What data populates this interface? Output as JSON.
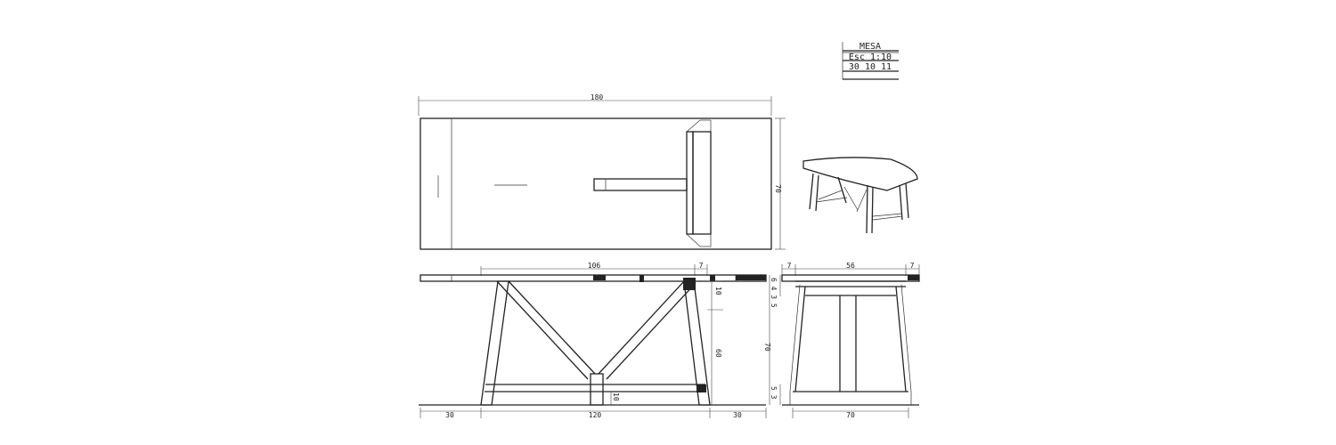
{
  "title_block": {
    "line1": "MESA",
    "line2": "Esc 1:10",
    "line3": "30 10 11"
  },
  "plan_view": {
    "length": "180",
    "width": "70"
  },
  "front_elevation": {
    "top_span": "106",
    "end_block": "7",
    "rail_height": "10",
    "leg_height": "60",
    "foot": "10",
    "bottom_span": "120",
    "overhang_left": "30",
    "overhang_right": "30",
    "total_height": "70"
  },
  "side_elevation": {
    "left_block": "7",
    "top_span": "56",
    "right_block": "7",
    "top_stack": "6 4 3 5",
    "base_stack": "5 3",
    "bottom_span": "70"
  }
}
